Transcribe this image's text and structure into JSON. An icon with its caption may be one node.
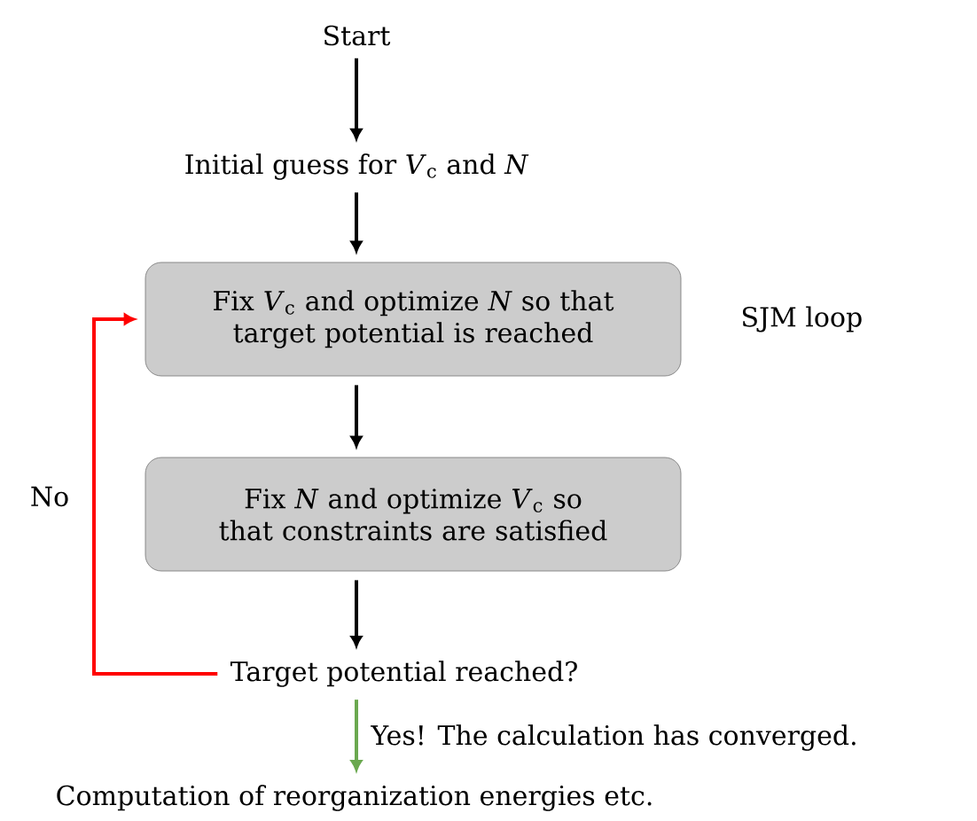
{
  "diagram": {
    "nodes": [
      {
        "text": [
          "Start"
        ]
      },
      {
        "text": [
          "Initial guess for *V*$_{c}$ and *N*"
        ]
      },
      {
        "text": [
          "Fix *V*$_{c}$ and optimize *N* so that target potential is reached"
        ],
        "beside": [
          "SJM loop"
        ]
      },
      {
        "text": [
          "Fix *N* and optimize *V*$_{c}$ so that constraints are satisfied"
        ]
      },
      {
        "text": [
          "Target potential reached?"
        ]
      },
      {
        "text": [
          "Computation of reorganization energies etc."
        ]
      }
    ],
    "edges": [
      {
        "from": 0,
        "to": 1,
        "arrow": "to"
      },
      {
        "from": 1,
        "to": 2,
        "arrow": "to"
      },
      {
        "from": 2,
        "to": 3,
        "arrow": "to"
      },
      {
        "from": 3,
        "to": 4,
        "arrow": "to"
      },
      {
        "from": 4,
        "to": 2,
        "arrow": "to",
        "label": "No",
        "color": "#ff0000"
      },
      {
        "from": 4,
        "to": 5,
        "arrow": "to",
        "label": "Yes! The calculation has converged.",
        "color": "#6aa84f"
      }
    ]
  }
}
